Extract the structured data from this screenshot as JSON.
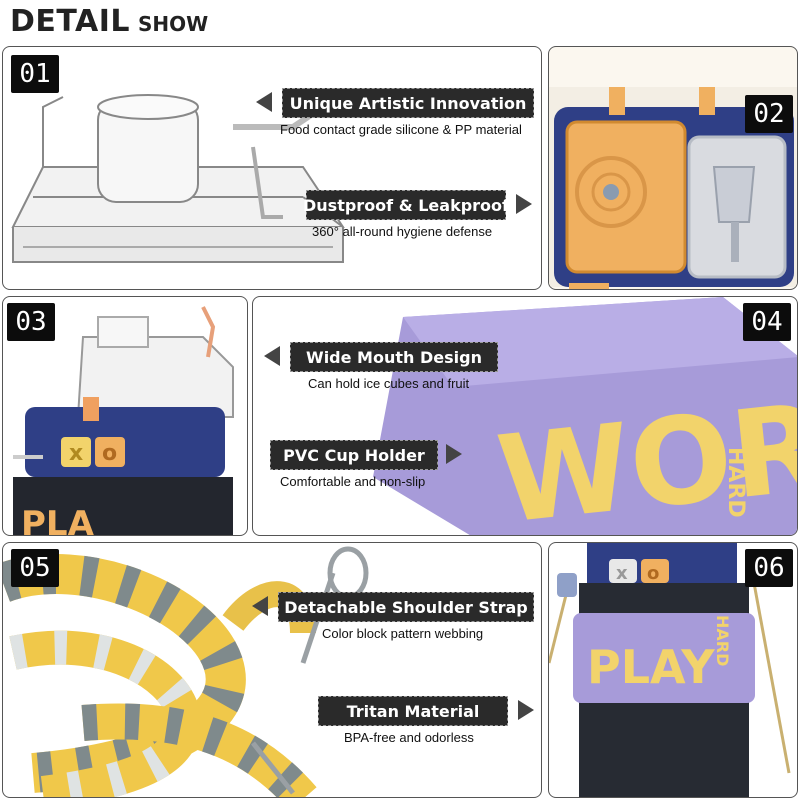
{
  "header": {
    "title_main": "DETAIL",
    "title_sub": "SHOW"
  },
  "panels": [
    {
      "badge": "01"
    },
    {
      "badge": "02"
    },
    {
      "badge": "03"
    },
    {
      "badge": "04"
    },
    {
      "badge": "05"
    },
    {
      "badge": "06"
    }
  ],
  "features": [
    {
      "title": "Unique Artistic Innovation",
      "subtitle": "Food contact grade silicone & PP material"
    },
    {
      "title": "Dustproof & Leakproof",
      "subtitle": "360° all-round hygiene defense"
    },
    {
      "title": "Wide Mouth Design",
      "subtitle": "Can hold ice cubes and fruit"
    },
    {
      "title": "PVC Cup Holder",
      "subtitle": "Comfortable and non-slip"
    },
    {
      "title": "Detachable Shoulder Strap",
      "subtitle": "Color block pattern webbing"
    },
    {
      "title": "Tritan Material",
      "subtitle": "BPA-free and odorless"
    }
  ],
  "product_print": {
    "sleeve_word": "WOR",
    "sleeve_side": "HARD",
    "bottle_word": "PLAY",
    "bottle_side": "HARD",
    "bottle_edge": "PLA"
  },
  "colors": {
    "purple_sleeve": "#a79bd9",
    "yellow": "#f2d36b",
    "navy": "#2f3f86",
    "orange": "#f0b060",
    "strap_grey": "#7f8a8c"
  }
}
